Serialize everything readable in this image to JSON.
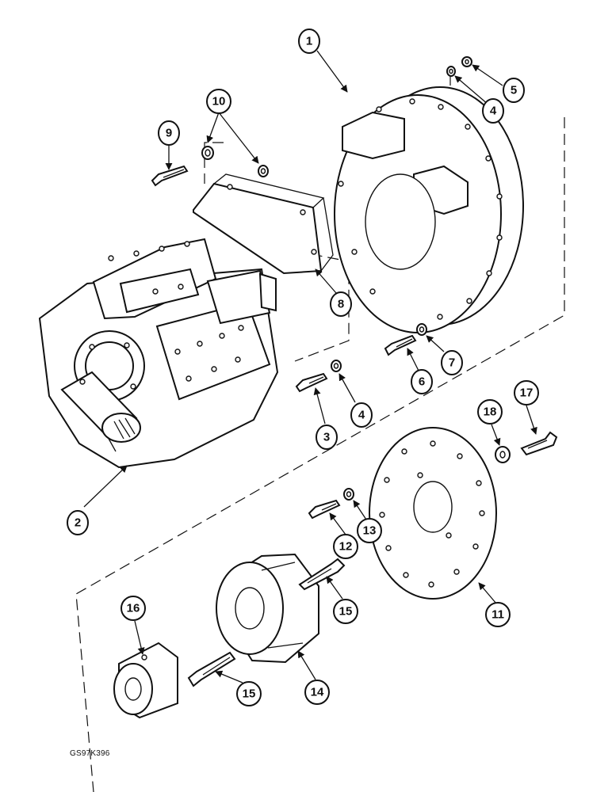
{
  "figure_code": "GS97K396",
  "callouts": [
    {
      "id": "c1",
      "label": "1"
    },
    {
      "id": "c2",
      "label": "2"
    },
    {
      "id": "c3",
      "label": "3"
    },
    {
      "id": "c4a",
      "label": "4"
    },
    {
      "id": "c4b",
      "label": "4"
    },
    {
      "id": "c5",
      "label": "5"
    },
    {
      "id": "c6",
      "label": "6"
    },
    {
      "id": "c7",
      "label": "7"
    },
    {
      "id": "c8",
      "label": "8"
    },
    {
      "id": "c9",
      "label": "9"
    },
    {
      "id": "c10",
      "label": "10"
    },
    {
      "id": "c11",
      "label": "11"
    },
    {
      "id": "c12",
      "label": "12"
    },
    {
      "id": "c13",
      "label": "13"
    },
    {
      "id": "c14",
      "label": "14"
    },
    {
      "id": "c15a",
      "label": "15"
    },
    {
      "id": "c15b",
      "label": "15"
    },
    {
      "id": "c16",
      "label": "16"
    },
    {
      "id": "c17",
      "label": "17"
    },
    {
      "id": "c18",
      "label": "18"
    }
  ]
}
